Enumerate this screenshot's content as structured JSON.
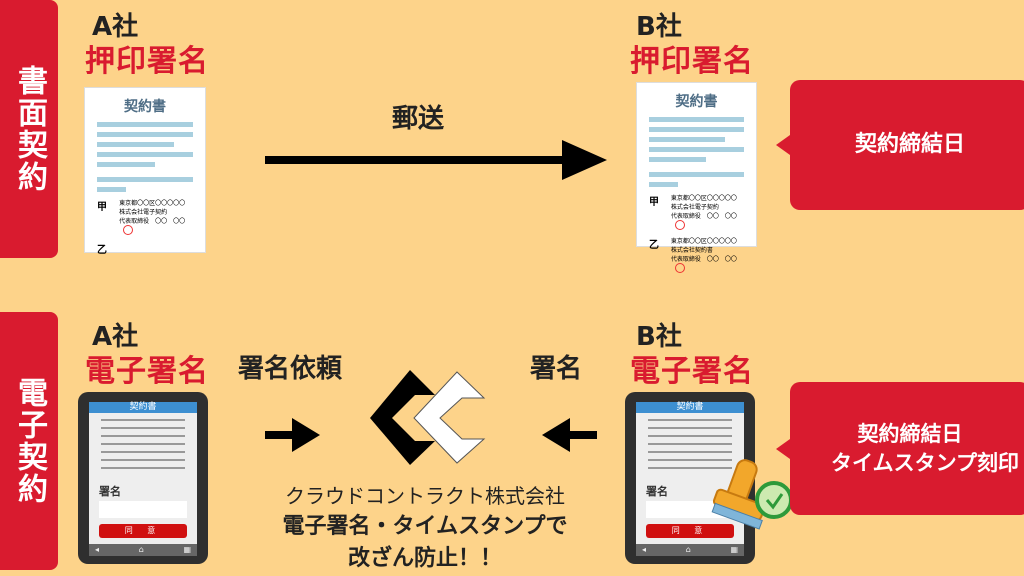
{
  "sections": {
    "paper": "書面契約",
    "electronic": "電子契約"
  },
  "paper": {
    "company_a": "A社",
    "company_a_action": "押印署名",
    "company_b": "B社",
    "company_b_action": "押印署名",
    "transfer_label": "郵送",
    "callout": "契約締結日",
    "document": {
      "title": "契約書",
      "party_a": "甲",
      "party_b": "乙",
      "addr": "東京都〇〇区〇〇〇〇〇",
      "company_a_name": "株式会社電子契約",
      "company_b_name": "株式会社契約書",
      "rep": "代表取締役　〇〇　〇〇"
    }
  },
  "electronic": {
    "company_a": "A社",
    "company_a_action": "電子署名",
    "company_b": "B社",
    "company_b_action": "電子署名",
    "request_label": "署名依頼",
    "sign_label": "署名",
    "callout_line1": "契約締結日",
    "callout_line2": "タイムスタンプ刻印",
    "tablet": {
      "title": "契約書",
      "sign_label": "署名",
      "agree_button": "同 意",
      "nav_back": "◂",
      "nav_home": "⌂",
      "nav_menu": "▦"
    },
    "provider": "クラウドコントラクト株式会社",
    "tagline1": "電子署名・タイムスタンプで",
    "tagline2": "改ざん防止！！"
  },
  "colors": {
    "background": "#FDD38A",
    "accent": "#D91B2F"
  }
}
